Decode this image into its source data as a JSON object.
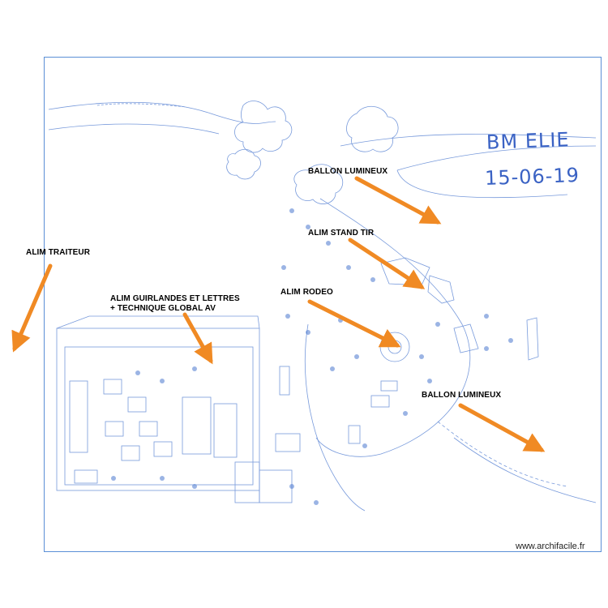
{
  "title_lines": [
    "BM ELIE",
    "15-06-19"
  ],
  "labels": [
    {
      "id": "ballon-lumineux-top",
      "text": "BALLON LUMINEUX"
    },
    {
      "id": "alim-stand-tir",
      "text": "ALIM STAND TIR"
    },
    {
      "id": "alim-traiteur",
      "text": "ALIM TRAITEUR"
    },
    {
      "id": "alim-rodeo",
      "text": "ALIM RODEO"
    },
    {
      "id": "alim-guirlandes",
      "lines": [
        "ALIM GUIRLANDES ET LETTRES",
        "+ TECHNIQUE GLOBAL AV"
      ]
    },
    {
      "id": "ballon-lumineux-bottom",
      "text": "BALLON LUMINEUX"
    }
  ],
  "watermark": "www.archifacile.fr",
  "colors": {
    "arrow": "#f08a24",
    "sketch": "#4a78cf",
    "frame": "#5b8fd6",
    "title_ink": "#3a62c4"
  },
  "icons": {
    "arrow": "orange-arrow-icon"
  }
}
